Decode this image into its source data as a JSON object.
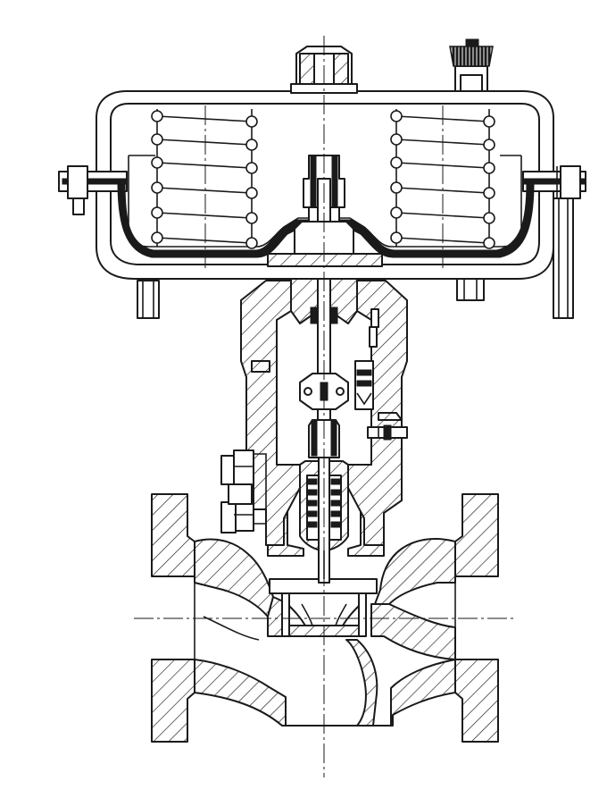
{
  "drawing": {
    "kind": "pneumatic control valve cross-section",
    "colors": {
      "line": "#1a1a1a",
      "background": "#ffffff"
    },
    "spring_packs": [
      {
        "side": "left",
        "coil_count": 6
      },
      {
        "side": "right",
        "coil_count": 6
      }
    ]
  }
}
